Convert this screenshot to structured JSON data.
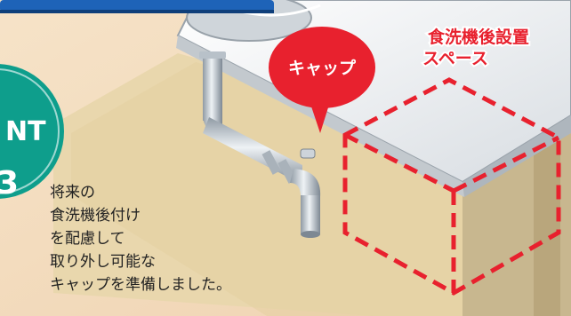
{
  "badge": {
    "text": "NT",
    "sub": "3"
  },
  "cap_label": "キャップ",
  "space_label": [
    "食洗機後設置",
    "スペース"
  ],
  "note_lines": [
    "将来の",
    "食洗機後付け",
    "を配慮して",
    "取り外し可能な",
    "キャップを準備しました。"
  ],
  "colors": {
    "accent_red": "#e8212e",
    "badge_teal": "#0e9e8c",
    "banner_blue": "#1e63b8",
    "floor": "#e8d4a8",
    "counter": "#f4f2ee"
  },
  "icons": [
    "badge-icon",
    "pipe-illustration",
    "sink-counter-illustration"
  ]
}
